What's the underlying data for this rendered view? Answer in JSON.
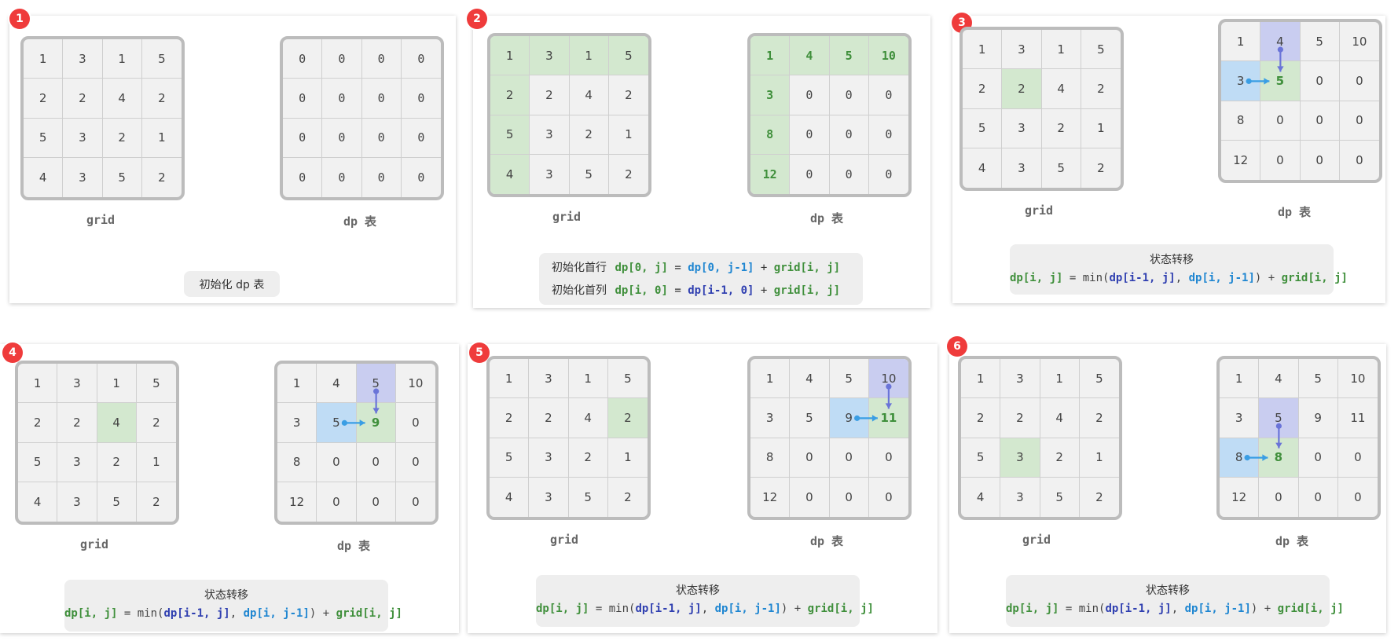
{
  "colors": {
    "badge": "#ef3b3b",
    "green": "#d3e8cf",
    "blue": "#bfdcf5",
    "purple": "#c9cdf0",
    "arrow_blue": "#3a9ee4",
    "arrow_purple": "#6a74d8"
  },
  "grid_caption": "grid",
  "dp_caption": "dp 表",
  "transition": {
    "title": "状态转移",
    "lhs": "dp[i, j]",
    "eq": " = ",
    "min": "min(",
    "a": "dp[i-1, j]",
    "comma": ", ",
    "b": "dp[i, j-1]",
    "close": ")",
    "plus": " + ",
    "c": "grid[i, j]"
  },
  "init_note": "初始化 dp 表",
  "init2": {
    "row_label": "初始化首行",
    "row_lhs": "dp[0, j]",
    "row_mid": "dp[0, j-1]",
    "col_label": "初始化首列",
    "col_lhs": "dp[i, 0]",
    "col_mid": "dp[i-1, 0]",
    "eq": " = ",
    "plus": " + ",
    "tail": "grid[i, j]"
  },
  "panels": [
    {
      "badge": "1",
      "grid": [
        [
          "1",
          "3",
          "1",
          "5"
        ],
        [
          "2",
          "2",
          "4",
          "2"
        ],
        [
          "5",
          "3",
          "2",
          "1"
        ],
        [
          "4",
          "3",
          "5",
          "2"
        ]
      ],
      "dp": [
        [
          "0",
          "0",
          "0",
          "0"
        ],
        [
          "0",
          "0",
          "0",
          "0"
        ],
        [
          "0",
          "0",
          "0",
          "0"
        ],
        [
          "0",
          "0",
          "0",
          "0"
        ]
      ]
    },
    {
      "badge": "2",
      "grid": [
        [
          "1",
          "3",
          "1",
          "5"
        ],
        [
          "2",
          "2",
          "4",
          "2"
        ],
        [
          "5",
          "3",
          "2",
          "1"
        ],
        [
          "4",
          "3",
          "5",
          "2"
        ]
      ],
      "dp": [
        [
          "1",
          "4",
          "5",
          "10"
        ],
        [
          "3",
          "0",
          "0",
          "0"
        ],
        [
          "8",
          "0",
          "0",
          "0"
        ],
        [
          "12",
          "0",
          "0",
          "0"
        ]
      ]
    },
    {
      "badge": "3",
      "grid": [
        [
          "1",
          "3",
          "1",
          "5"
        ],
        [
          "2",
          "2",
          "4",
          "2"
        ],
        [
          "5",
          "3",
          "2",
          "1"
        ],
        [
          "4",
          "3",
          "5",
          "2"
        ]
      ],
      "dp": [
        [
          "1",
          "4",
          "5",
          "10"
        ],
        [
          "3",
          "5",
          "0",
          "0"
        ],
        [
          "8",
          "0",
          "0",
          "0"
        ],
        [
          "12",
          "0",
          "0",
          "0"
        ]
      ]
    },
    {
      "badge": "4",
      "grid": [
        [
          "1",
          "3",
          "1",
          "5"
        ],
        [
          "2",
          "2",
          "4",
          "2"
        ],
        [
          "5",
          "3",
          "2",
          "1"
        ],
        [
          "4",
          "3",
          "5",
          "2"
        ]
      ],
      "dp": [
        [
          "1",
          "4",
          "5",
          "10"
        ],
        [
          "3",
          "5",
          "9",
          "0"
        ],
        [
          "8",
          "0",
          "0",
          "0"
        ],
        [
          "12",
          "0",
          "0",
          "0"
        ]
      ]
    },
    {
      "badge": "5",
      "grid": [
        [
          "1",
          "3",
          "1",
          "5"
        ],
        [
          "2",
          "2",
          "4",
          "2"
        ],
        [
          "5",
          "3",
          "2",
          "1"
        ],
        [
          "4",
          "3",
          "5",
          "2"
        ]
      ],
      "dp": [
        [
          "1",
          "4",
          "5",
          "10"
        ],
        [
          "3",
          "5",
          "9",
          "11"
        ],
        [
          "8",
          "0",
          "0",
          "0"
        ],
        [
          "12",
          "0",
          "0",
          "0"
        ]
      ]
    },
    {
      "badge": "6",
      "grid": [
        [
          "1",
          "3",
          "1",
          "5"
        ],
        [
          "2",
          "2",
          "4",
          "2"
        ],
        [
          "5",
          "3",
          "2",
          "1"
        ],
        [
          "4",
          "3",
          "5",
          "2"
        ]
      ],
      "dp": [
        [
          "1",
          "4",
          "5",
          "10"
        ],
        [
          "3",
          "5",
          "9",
          "11"
        ],
        [
          "8",
          "8",
          "0",
          "0"
        ],
        [
          "12",
          "0",
          "0",
          "0"
        ]
      ]
    }
  ]
}
